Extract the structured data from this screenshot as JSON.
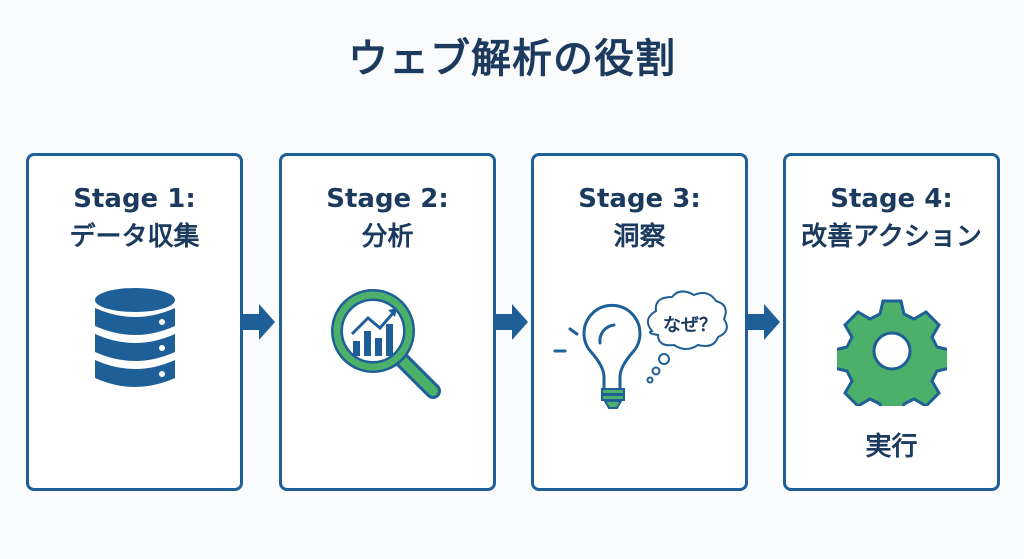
{
  "title": "ウェブ解析の役割",
  "stages": [
    {
      "label": "Stage 1:",
      "name": "データ収集",
      "icon": "database-icon"
    },
    {
      "label": "Stage 2:",
      "name": "分析",
      "icon": "magnifier-chart-icon"
    },
    {
      "label": "Stage 3:",
      "name": "洞察",
      "icon": "lightbulb-icon",
      "bubble": "なぜ？"
    },
    {
      "label": "Stage 4:",
      "name": "改善アクション",
      "icon": "gear-icon",
      "caption": "実行"
    }
  ],
  "colors": {
    "navy": "#1b3a5e",
    "blue": "#1f5f97",
    "green": "#4caf6a"
  }
}
